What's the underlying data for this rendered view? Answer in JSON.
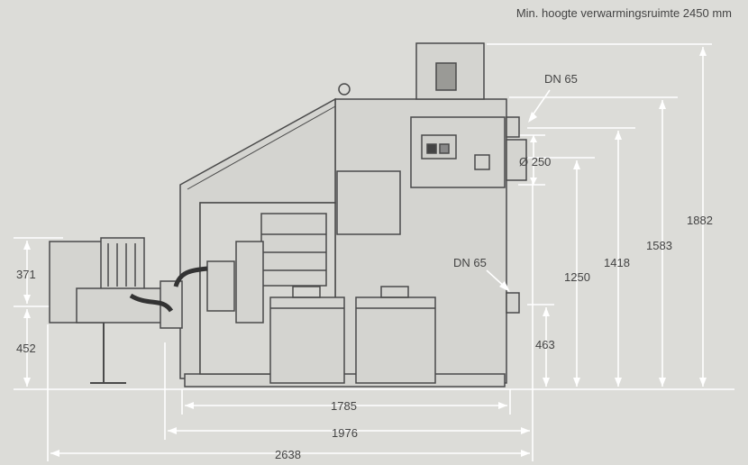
{
  "note": "Min. hoogte verwarmingsruimte 2450 mm",
  "labels": {
    "dn_top": "DN 65",
    "dn_bottom": "DN 65",
    "flue": "Ø 250"
  },
  "heights": {
    "h1882": "1882",
    "h1583": "1583",
    "h1418": "1418",
    "h1250": "1250",
    "h463": "463",
    "h371": "371",
    "h452": "452"
  },
  "widths": {
    "w1785": "1785",
    "w1976": "1976",
    "w2638": "2638"
  },
  "colors": {
    "background": "#dcdcd8",
    "line": "#444444",
    "dimension": "#ffffff",
    "fill": "#d2d2ce"
  }
}
